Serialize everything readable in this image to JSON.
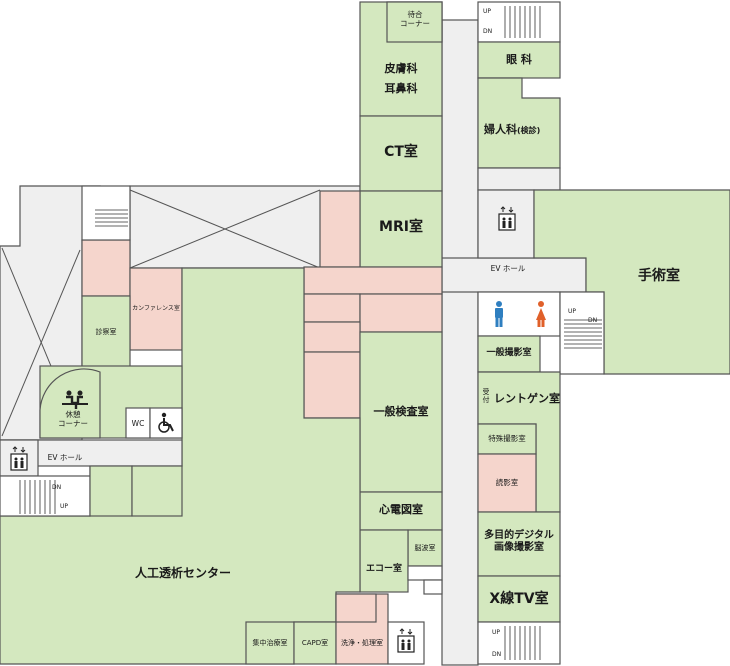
{
  "rooms": {
    "waiting_corner": "待合\nコーナー",
    "dermatology": "皮膚科",
    "ent": "耳鼻科",
    "ct": "CT室",
    "mri": "MRI室",
    "ophthalmology": "眼 科",
    "gynecology": "婦人科",
    "gynecology_sub": "(検診)",
    "ev_hall_right": "EV ホール",
    "surgery": "手術室",
    "general_xray": "一般撮影室",
    "reception_marker": "受付",
    "xray": "レントゲン室",
    "special_xray": "特殊撮影室",
    "reading": "読影室",
    "digital_imaging": "多目的デジタル\n画像撮影室",
    "xtv": "X線TV室",
    "general_exam": "一般検査室",
    "ecg": "心電図室",
    "eeg": "脳波室",
    "echo": "エコー室",
    "conference": "カンファレンス室",
    "consultation": "診察室",
    "rest_corner": "休憩\nコーナー",
    "wc": "WC",
    "ev_hall_left": "EV ホール",
    "dialysis_center": "人工透析センター",
    "intensive_care": "集中治療室",
    "capd": "CAPD室",
    "washing": "洗浄・処理室"
  },
  "stairs_labels": {
    "up": "UP",
    "down": "DN"
  },
  "icons": [
    "elevator-icon",
    "wheelchair-icon",
    "men-restroom-icon",
    "women-restroom-icon",
    "rest-area-icon"
  ],
  "colors": {
    "room_green": "#d4e8bf",
    "room_pink": "#f5d5cc",
    "corridor": "#efefef",
    "men": "#2f7fc0",
    "women": "#e0602a"
  }
}
